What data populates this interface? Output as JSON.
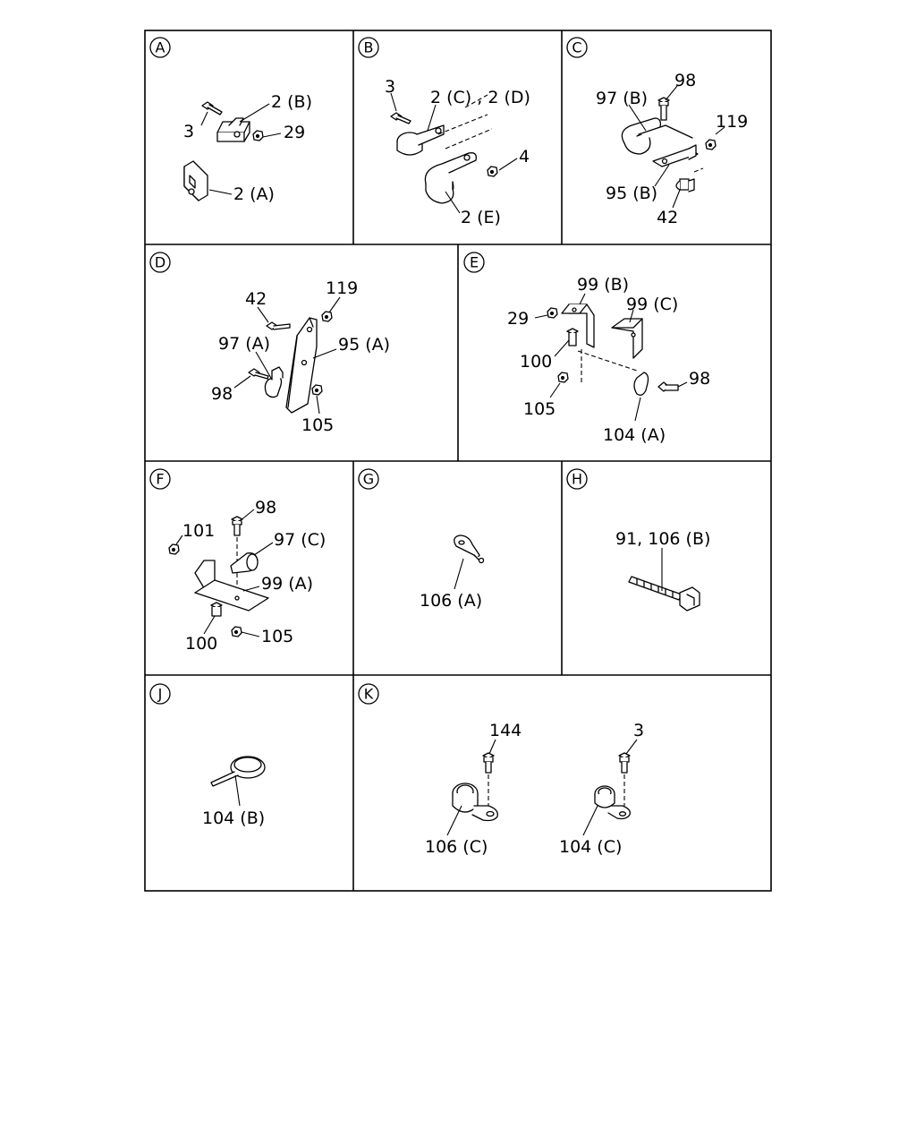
{
  "panels": [
    {
      "id": "A",
      "callouts": [
        "2 (B)",
        "3",
        "29",
        "2 (A)"
      ]
    },
    {
      "id": "B",
      "callouts": [
        "3",
        "2 (C) , 2 (D)",
        "4",
        "2 (E)"
      ]
    },
    {
      "id": "C",
      "callouts": [
        "98",
        "97 (B)",
        "119",
        "95 (B)",
        "42"
      ]
    },
    {
      "id": "D",
      "callouts": [
        "119",
        "42",
        "95 (A)",
        "97 (A)",
        "98",
        "105"
      ]
    },
    {
      "id": "E",
      "callouts": [
        "99 (B)",
        "29",
        "99 (C)",
        "100",
        "98",
        "105",
        "104 (A)"
      ]
    },
    {
      "id": "F",
      "callouts": [
        "98",
        "101",
        "97 (C)",
        "99 (A)",
        "100",
        "105"
      ]
    },
    {
      "id": "G",
      "callouts": [
        "106 (A)"
      ]
    },
    {
      "id": "H",
      "callouts": [
        "91, 106 (B)"
      ]
    },
    {
      "id": "J",
      "callouts": [
        "104 (B)"
      ]
    },
    {
      "id": "K",
      "callouts": [
        "144",
        "3",
        "106 (C)",
        "104 (C)"
      ]
    }
  ]
}
